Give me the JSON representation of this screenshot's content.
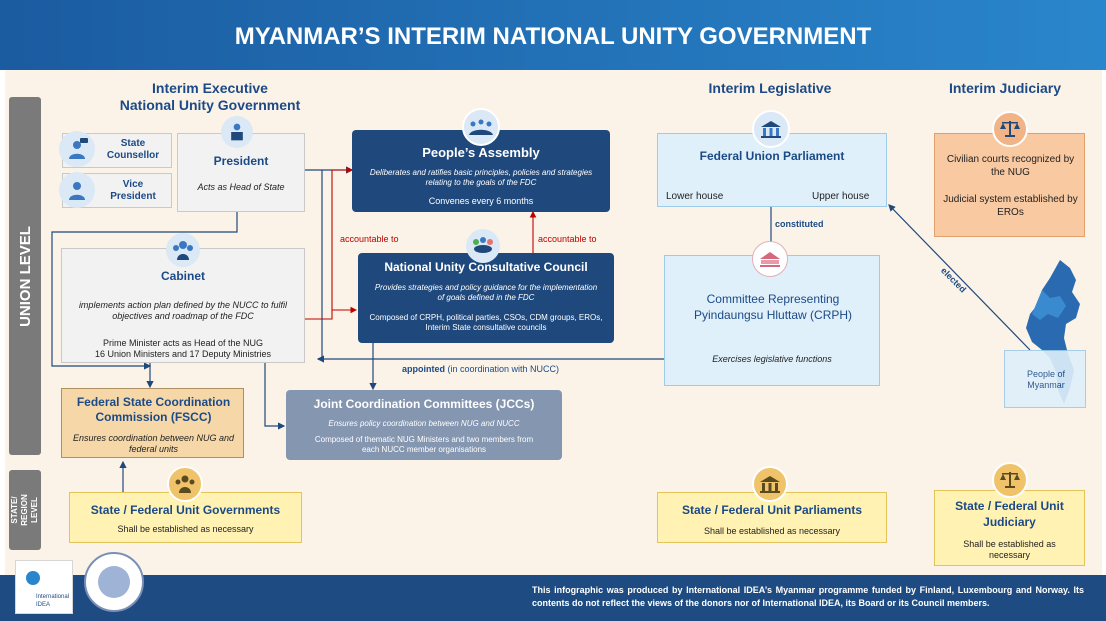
{
  "header": {
    "title": "MYANMAR’S INTERIM NATIONAL UNITY GOVERNMENT"
  },
  "levels": {
    "union": "UNION LEVEL",
    "state": "STATE/ REGION LEVEL"
  },
  "columns": {
    "executive": "Interim Executive\nNational Unity Government",
    "legislative": "Interim Legislative",
    "judiciary": "Interim Judiciary"
  },
  "state_counsellor": "State Counsellor",
  "vice_president": "Vice President",
  "president": {
    "title": "President",
    "desc": "Acts as Head of State"
  },
  "cabinet": {
    "title": "Cabinet",
    "desc": "implements action plan defined by the NUCC to fulfil objectives and roadmap of the FDC",
    "members": "Prime Minister acts as Head of the NUG\n16 Union Ministers and 17 Deputy Ministries"
  },
  "peoples_assembly": {
    "title": "People’s Assembly",
    "desc": "Deliberates and ratifies basic principles, policies and strategies relating to the goals of the FDC",
    "freq": "Convenes every 6 months"
  },
  "nucc": {
    "title": "National Unity Consultative Council",
    "desc": "Provides strategies and policy guidance for the implementation of goals defined in the FDC",
    "composition": "Composed of CRPH, political parties, CSOs, CDM groups, EROs, Interim State consultative councils"
  },
  "labels": {
    "accountable_left": "accountable to",
    "accountable_right": "accountable to",
    "appointed": "appointed",
    "appointed_note": "(in coordination with NUCC)",
    "constituted": "constituted",
    "elected": "elected"
  },
  "fscc": {
    "title": "Federal State Coordination Commission (FSCC)",
    "desc": "Ensures coordination between NUG and federal units"
  },
  "jcc": {
    "title": "Joint Coordination Committees (JCCs)",
    "desc": "Ensures policy coordination between NUG and NUCC",
    "composition": "Composed of thematic NUG Ministers and two members from each NUCC member organisations"
  },
  "parliament": {
    "title": "Federal Union Parliament",
    "lower": "Lower house",
    "upper": "Upper house"
  },
  "crph": {
    "title": "Committee Representing Pyindaungsu Hluttaw (CRPH)",
    "desc": "Exercises legislative functions"
  },
  "judiciary_box": {
    "line1": "Civilian courts recognized by the NUG",
    "line2": "Judicial system established by EROs"
  },
  "people": "People of Myanmar",
  "state_gov": {
    "title": "State / Federal Unit Governments",
    "desc": "Shall be established as necessary"
  },
  "state_parl": {
    "title": "State / Federal Unit Parliaments",
    "desc": "Shall be established as necessary"
  },
  "state_jud": {
    "title": "State / Federal Unit Judiciary",
    "desc": "Shall be established as necessary"
  },
  "footer": {
    "text": "This infographic was produced by International IDEA’s Myanmar programme funded by Finland, Luxembourg and Norway. Its contents do not reflect the views of the donors nor of International IDEA, its Board or its Council members.",
    "logo_text": "International IDEA"
  },
  "colors": {
    "navy": "#1f497d",
    "red": "#c00000",
    "gold": "#f0c36a",
    "lightblue": "#dff0fa",
    "orange": "#f9c9a2"
  }
}
